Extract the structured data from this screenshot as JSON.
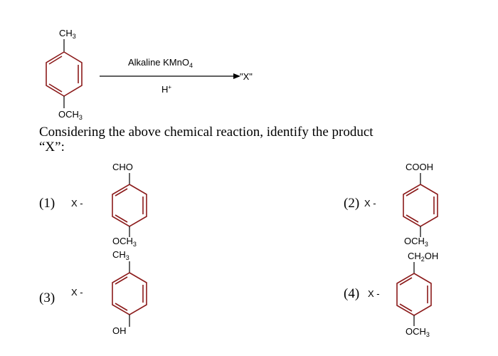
{
  "reaction": {
    "reactant_top": "CH",
    "reactant_top_sub": "3",
    "reactant_bottom": "OCH",
    "reactant_bottom_sub": "3",
    "reagent_above": "Alkaline KMnO",
    "reagent_above_sub": "4",
    "reagent_below": "H",
    "reagent_below_sup": "+",
    "product_label": "\"X\""
  },
  "question": {
    "line1": "Considering the above chemical reaction, identify the product",
    "line2": "“X”:"
  },
  "options": [
    {
      "number": "(1)",
      "prefix": "X -",
      "top": "CHO",
      "top_sub": "",
      "top_rest": "",
      "bottom": "OCH",
      "bottom_sub": "3"
    },
    {
      "number": "(2)",
      "prefix": "X -",
      "top": "COOH",
      "top_sub": "",
      "top_rest": "",
      "bottom": "OCH",
      "bottom_sub": "3"
    },
    {
      "number": "(3)",
      "prefix": "X -",
      "top": "CH",
      "top_sub": "3",
      "top_rest": "",
      "bottom": "OH",
      "bottom_sub": ""
    },
    {
      "number": "(4)",
      "prefix": "X -",
      "top": "CH",
      "top_sub": "2",
      "top_rest": "OH",
      "bottom": "OCH",
      "bottom_sub": "3"
    }
  ]
}
